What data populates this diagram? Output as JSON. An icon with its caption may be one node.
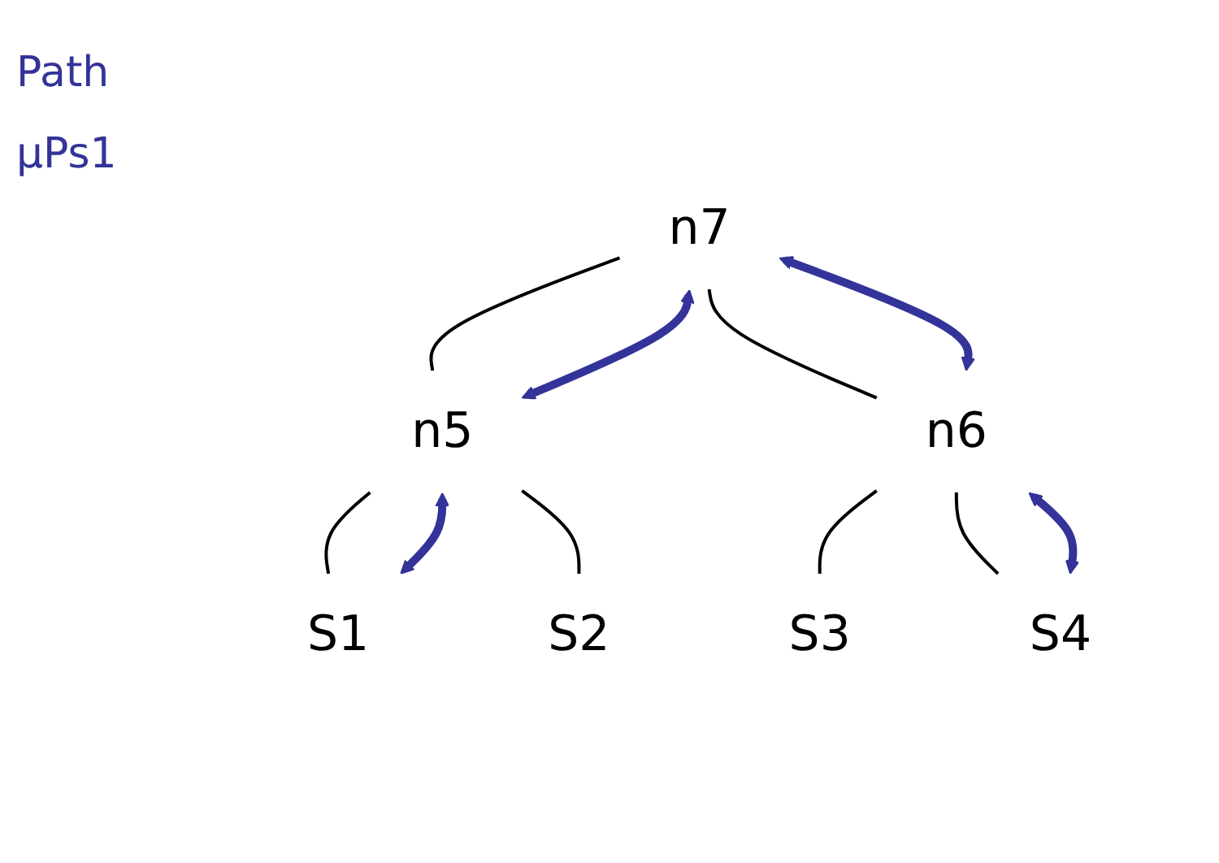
{
  "diagram": {
    "nodes": [
      {
        "text": [
          "n7"
        ]
      },
      {
        "text": [
          "n5"
        ]
      },
      {
        "text": [
          "n6"
        ]
      },
      {
        "text": [
          "S1"
        ]
      },
      {
        "text": [
          "S2"
        ]
      },
      {
        "text": [
          "S3"
        ]
      },
      {
        "text": [
          "S4"
        ]
      }
    ],
    "edges": [
      {
        "from": 0,
        "to": 1,
        "arrow": "none"
      },
      {
        "from": 0,
        "to": 2,
        "arrow": "none"
      },
      {
        "from": 1,
        "to": 3,
        "arrow": "none"
      },
      {
        "from": 1,
        "to": 4,
        "arrow": "none"
      },
      {
        "from": 2,
        "to": 5,
        "arrow": "none"
      },
      {
        "from": 2,
        "to": 6,
        "arrow": "none"
      },
      {
        "from": 0,
        "to": 1,
        "arrow": "both",
        "style": "thick",
        "color": "#333399"
      },
      {
        "from": 1,
        "to": 3,
        "arrow": "both",
        "style": "thick",
        "color": "#333399"
      },
      {
        "from": 0,
        "to": 2,
        "arrow": "both",
        "style": "thick",
        "color": "#333399"
      },
      {
        "from": 2,
        "to": 6,
        "arrow": "both",
        "style": "thick",
        "color": "#333399"
      }
    ],
    "labels": [
      "Path",
      "μPs1"
    ]
  }
}
